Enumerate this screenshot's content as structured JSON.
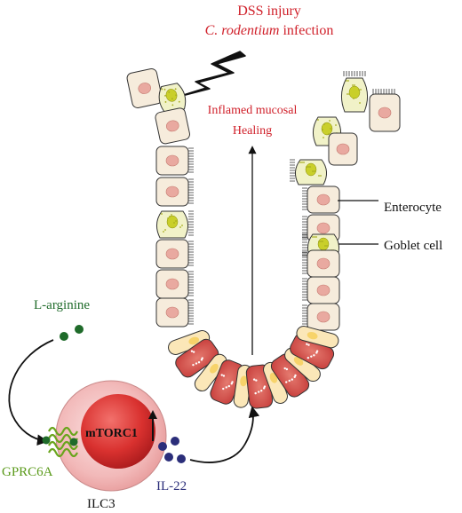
{
  "injury": {
    "line1": "DSS injury",
    "species": "C. rodentium",
    "line2_rest": " infection"
  },
  "crypt_labels": {
    "inflamed": "Inflamed mucosal",
    "healing": "Healing"
  },
  "cell_labels": {
    "enterocyte": "Enterocyte",
    "goblet": "Goblet cell"
  },
  "signals": {
    "l_arginine": "L-arginine",
    "receptor": "GPRC6A",
    "mtorc1": "mTORC1",
    "cytokine": "IL-22",
    "cell": "ILC3"
  },
  "colors": {
    "injury_red": "#d0202a",
    "l_arginine_green": "#1f6b2a",
    "receptor_green": "#6aa51d",
    "il22_navy": "#2b2e7a",
    "nucleus_pink": "#e9a9a0",
    "enterocyte_fill": "#f6ecdc",
    "goblet_fill": "#f1f2c8",
    "paneth_red": "#d9615a",
    "stem_yellow": "#f7d36a",
    "ilc3_nucleus": "#d9312f"
  },
  "icons": [
    "lightning-bolt-icon",
    "mtorc1-up-arrow-icon"
  ]
}
